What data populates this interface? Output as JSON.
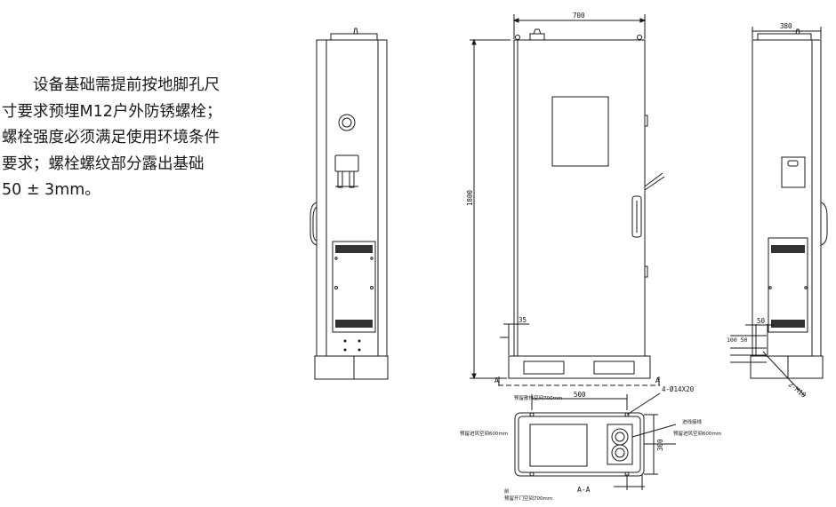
{
  "description": {
    "lines": [
      "　　设备基础需提前按地脚孔尺",
      "寸要求预埋M12户外防锈螺栓；",
      "螺栓强度必须满足使用环境条件",
      "要求；螺栓螺纹部分露出基础",
      "50 ± 3mm。"
    ]
  },
  "drawing": {
    "dims": {
      "front_width": "700",
      "side_depth": "380",
      "height": "1800",
      "bottom_offset": "35",
      "base_length": "500",
      "base_depth": "300",
      "side_50": "50",
      "side_100_50": "100 50",
      "holes": "4-Ø14X20",
      "anchor": "2-M10"
    },
    "section": {
      "mark_left": "A",
      "mark_right": "A",
      "title": "A-A"
    },
    "notes": {
      "rear_clearance": "预留散热空间700mm",
      "left_clearance": "预留进风空间600mm",
      "right_clearance": "预留进风空间600mm",
      "door_clearance": "预留开门空间700mm",
      "cable_inlet": "进线接线",
      "front_label": "前"
    }
  }
}
